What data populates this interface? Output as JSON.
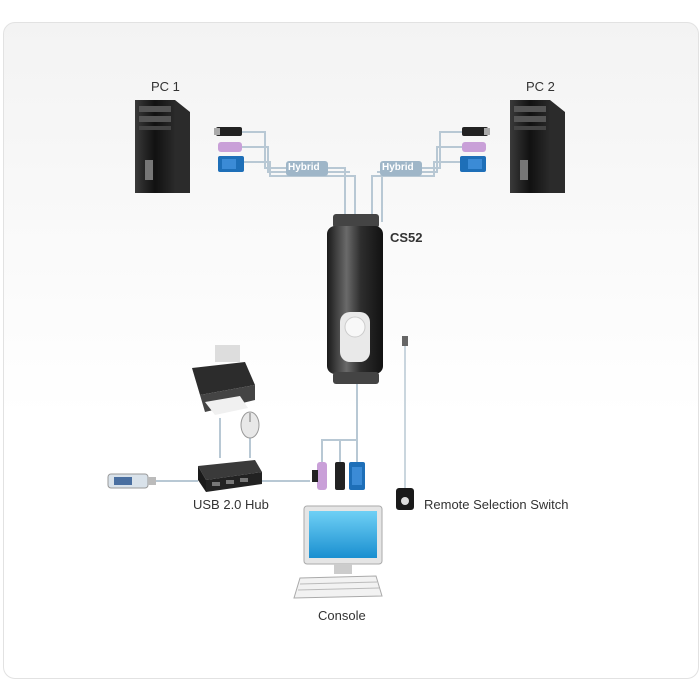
{
  "labels": {
    "pc1": "PC 1",
    "pc2": "PC 2",
    "switch": "CS52",
    "hybrid_left": "Hybrid",
    "hybrid_right": "Hybrid",
    "hub": "USB 2.0 Hub",
    "remote": "Remote Selection Switch",
    "console": "Console"
  },
  "colors": {
    "cable": "#b8c8d4",
    "tower": "#1a1a1a",
    "vga": "#1e6fb8",
    "ps2": "#c9a0d8",
    "hybrid_tag": "#9fb6c8"
  }
}
